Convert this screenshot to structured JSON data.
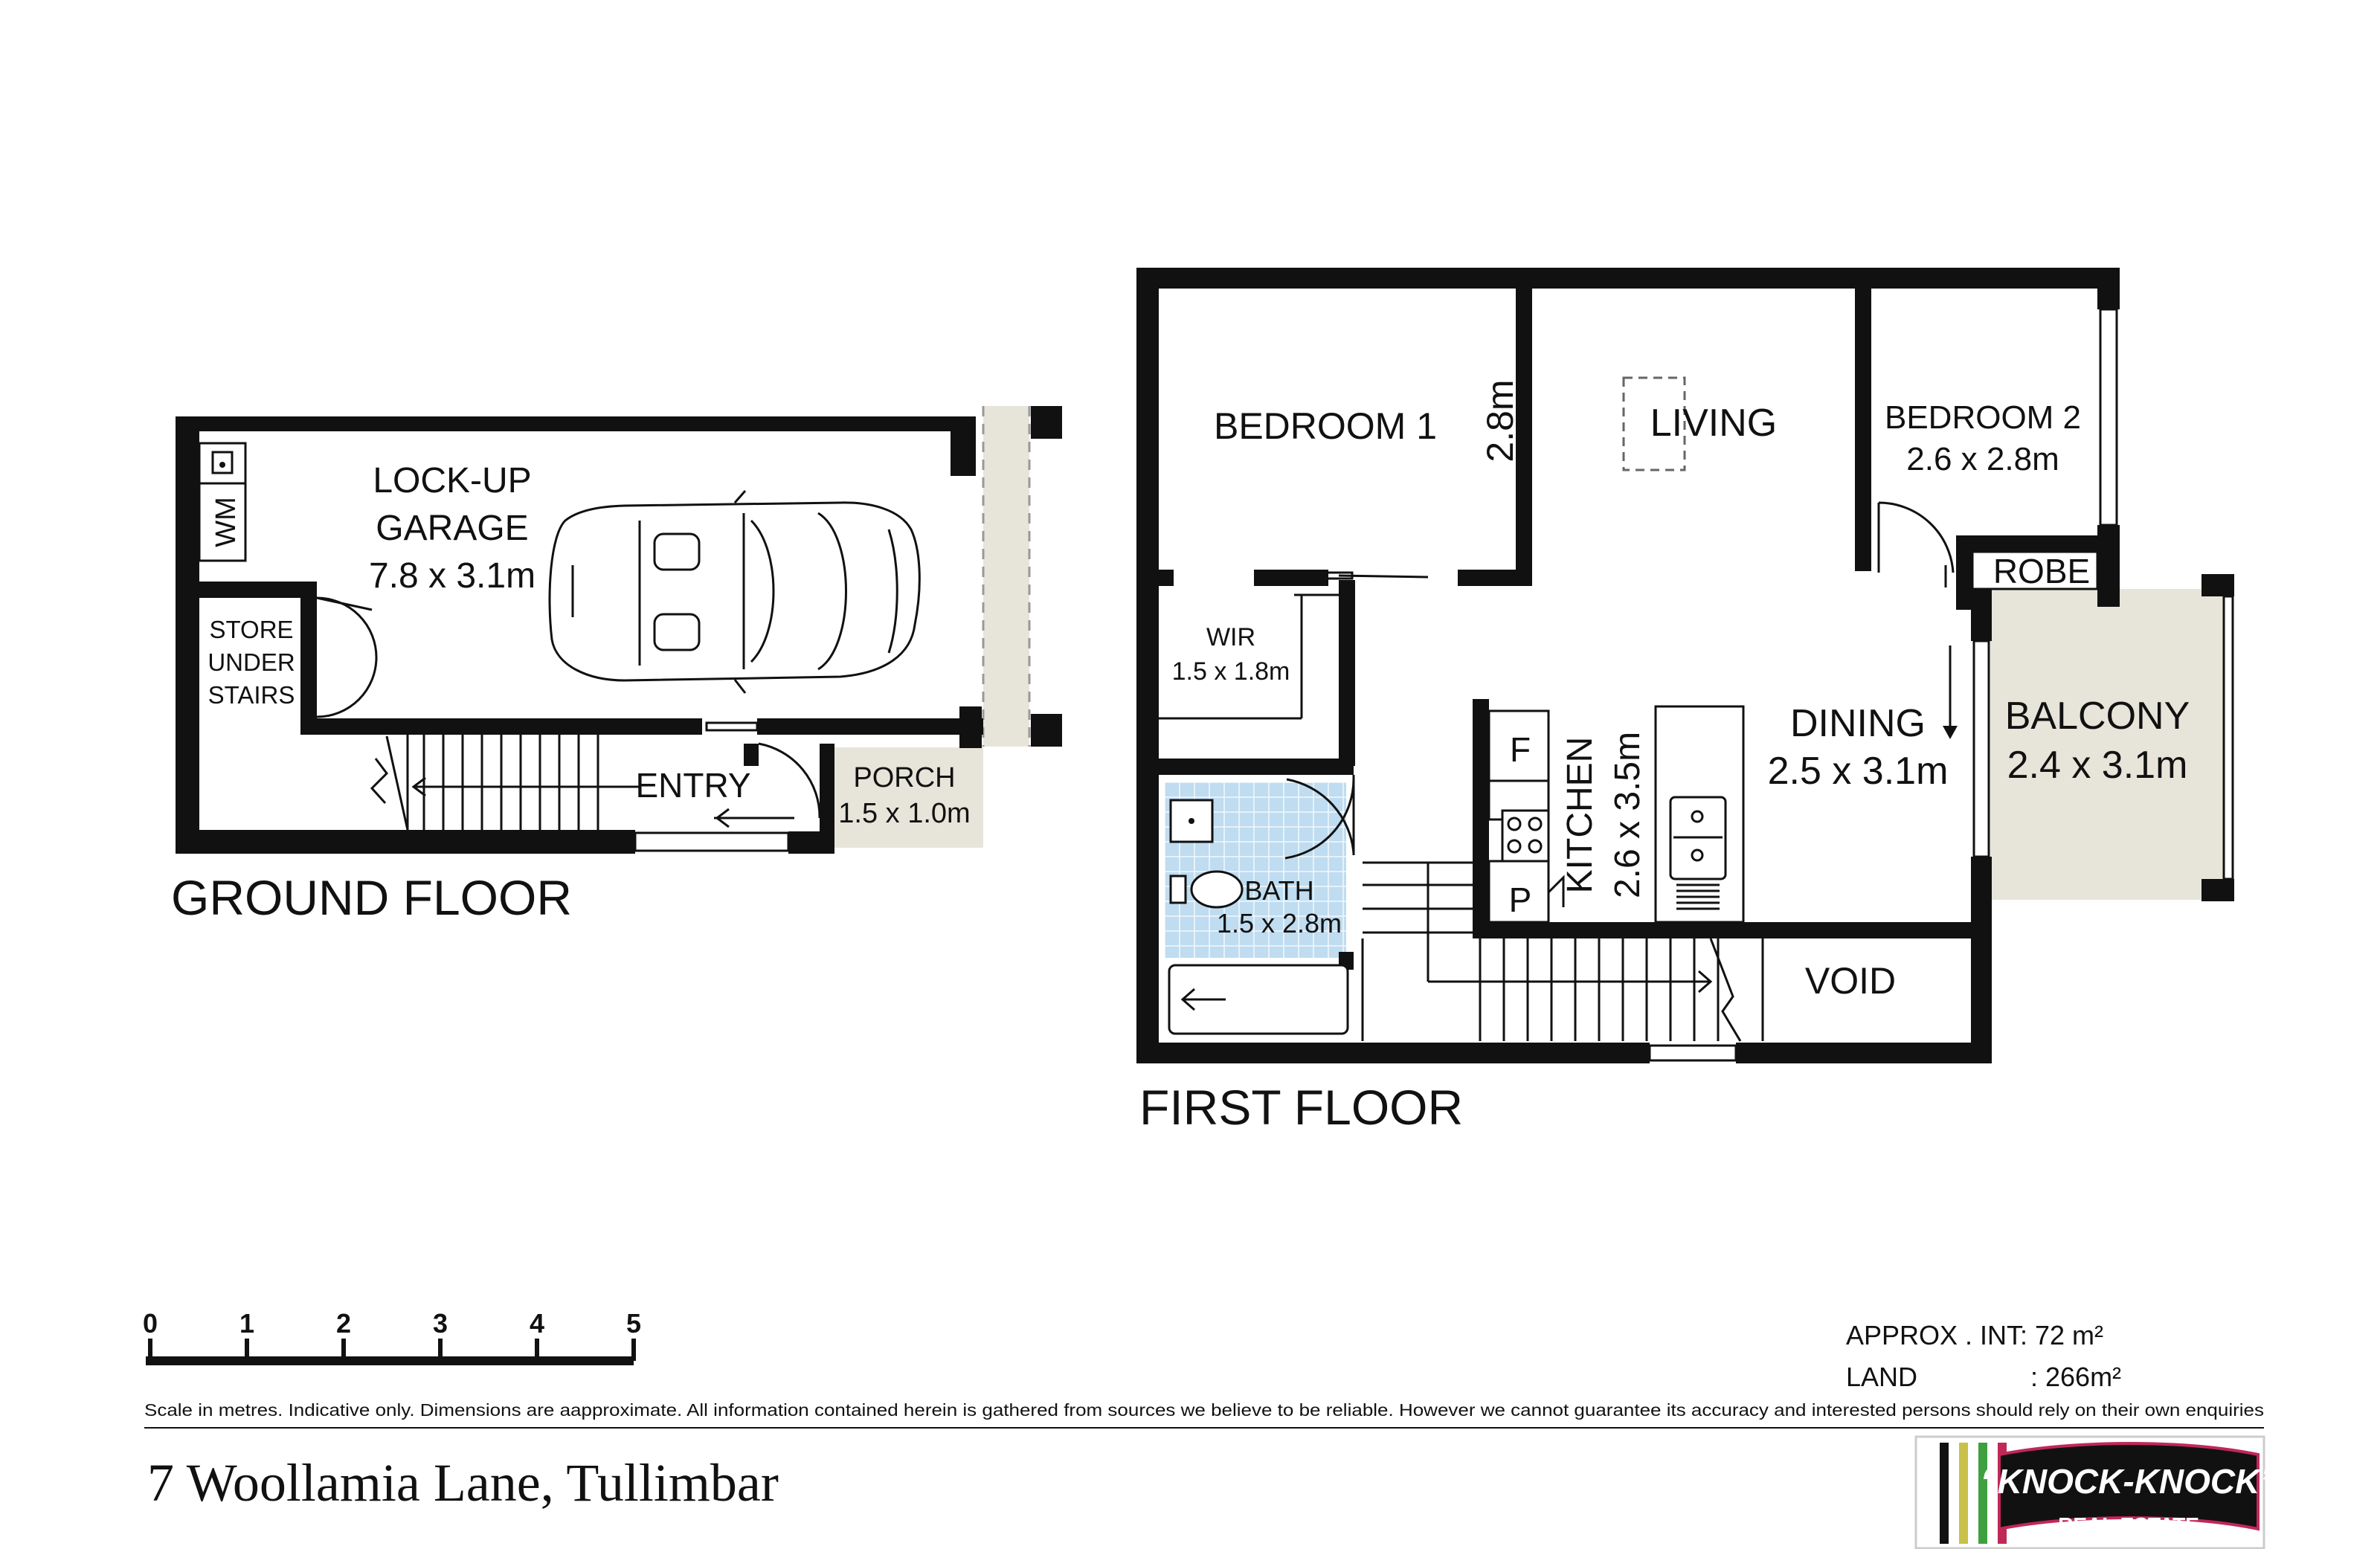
{
  "colors": {
    "wall": "#111111",
    "porch_balcony_fill": "#e7e5da",
    "bath_fill": "#bfdcf0",
    "background": "#ffffff",
    "logo_bar_1": "#111111",
    "logo_bar_2": "#c8c14a",
    "logo_bar_3": "#3fa040",
    "logo_bar_4": "#c02858",
    "logo_badge": "#111111"
  },
  "ground_floor": {
    "title": "GROUND FLOOR",
    "garage_label_1": "LOCK-UP",
    "garage_label_2": "GARAGE",
    "garage_dims": "7.8 x 3.1m",
    "wm_label": "WM",
    "store_label_1": "STORE",
    "store_label_2": "UNDER",
    "store_label_3": "STAIRS",
    "entry_label": "ENTRY",
    "porch_label": "PORCH",
    "porch_dims": "1.5 x 1.0m"
  },
  "first_floor": {
    "title": "FIRST FLOOR",
    "bedroom1_label": "BEDROOM 1",
    "bedroom1_dims": "2.8m",
    "living_label": "LIVING",
    "bedroom2_label": "BEDROOM 2",
    "bedroom2_dims": "2.6 x 2.8m",
    "robe_label": "ROBE",
    "wir_label": "WIR",
    "wir_dims": "1.5 x 1.8m",
    "kitchen_label": "KITCHEN",
    "kitchen_dims": "2.6 x 3.5m",
    "fridge_label": "F",
    "pantry_label": "P",
    "dining_label": "DINING",
    "dining_dims": "2.5 x 3.1m",
    "balcony_label": "BALCONY",
    "balcony_dims": "2.4 x 3.1m",
    "bath_label": "BATH",
    "bath_dims": "1.5 x 2.8m",
    "void_label": "VOID"
  },
  "scale": {
    "ticks": [
      "0",
      "1",
      "2",
      "3",
      "4",
      "5"
    ]
  },
  "area": {
    "int_label": "APPROX . INT",
    "int_value": ": 72 m²",
    "land_label": "LAND",
    "land_value": ": 266m²"
  },
  "disclaimer": "Scale in metres. Indicative only. Dimensions are aapproximate. All information contained herein is gathered from sources we believe to be reliable. However we cannot guarantee its accuracy and interested persons should rely on their own enquiries",
  "address": "7 Woollamia Lane, Tullimbar",
  "logo": {
    "line1": "“KNOCK-KNOCK”",
    "line2": "REAL ESTATE"
  }
}
